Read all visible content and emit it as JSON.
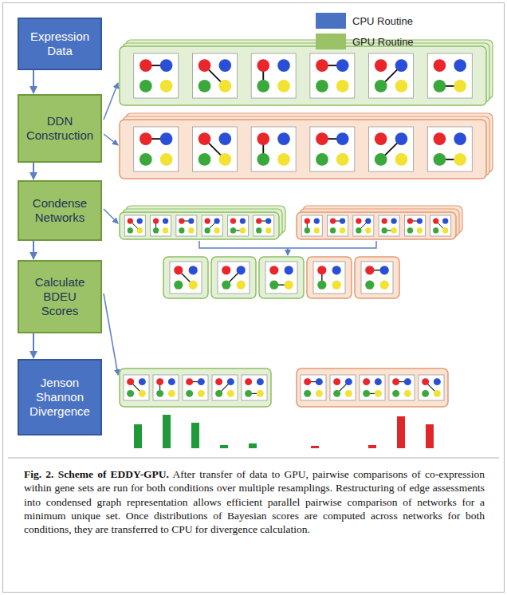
{
  "diagram": {
    "caption": "Fig. 2. Scheme of EDDY-GPU. After transfer of data to GPU, pairwise comparisons of co-expression within gene sets are run for both conditions over multiple resamplings. Restructuring of edge assessments into condensed graph representation allows efficient parallel pairwise comparison of networks for a minimum unique set. Once distributions of Bayesian scores are computed across networks for both conditions, they are transferred to CPU for divergence calculation.",
    "nodes": [
      {
        "text": [
          "Expression Data"
        ]
      },
      {
        "text": [
          "DDN Construction"
        ]
      },
      {
        "text": [
          "Condense Networks"
        ]
      },
      {
        "text": [
          "Calculate BDEU Scores"
        ]
      },
      {
        "text": [
          "Jenson Shannon Divergence"
        ]
      }
    ],
    "edges": [
      {
        "from": 0,
        "to": 1,
        "arrow": "to"
      },
      {
        "from": 1,
        "to": 2,
        "arrow": "to"
      },
      {
        "from": 2,
        "to": 3,
        "arrow": "to"
      },
      {
        "from": 3,
        "to": 4,
        "arrow": "to"
      }
    ],
    "legend": [
      {
        "text": "CPU Routine",
        "color": "#4a72c2"
      },
      {
        "text": "GPU Routine",
        "color": "#9bc266"
      }
    ]
  }
}
